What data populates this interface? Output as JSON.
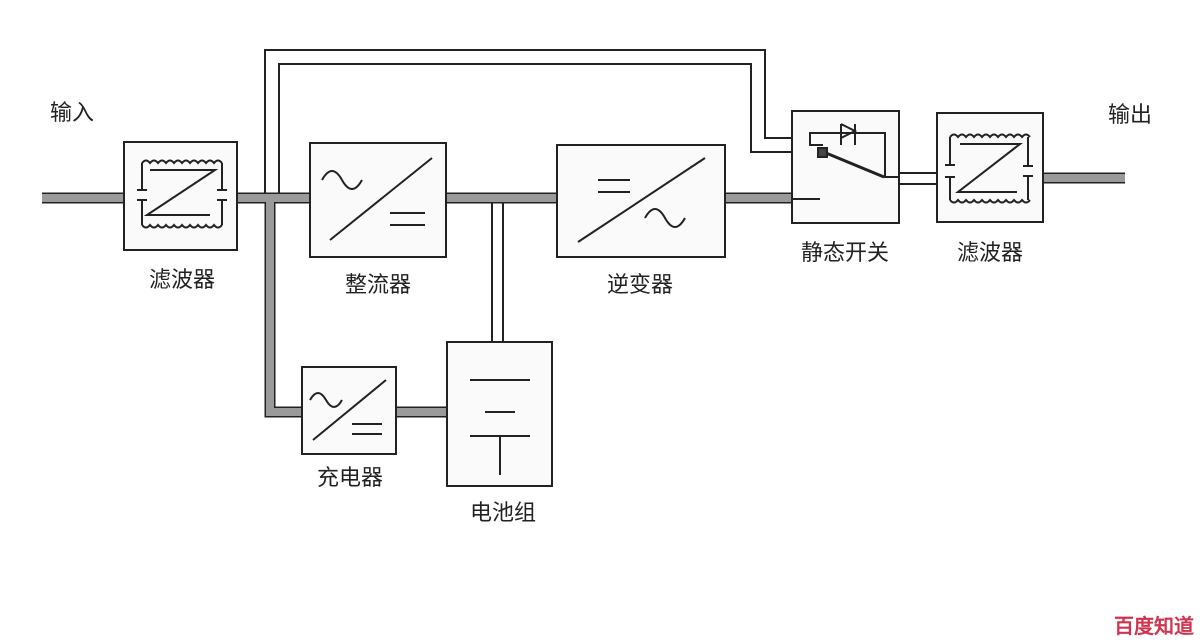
{
  "labels": {
    "input": "输入",
    "output": "输出",
    "input_filter": "滤波器",
    "rectifier": "整流器",
    "inverter": "逆变器",
    "static_switch": "静态开关",
    "output_filter": "滤波器",
    "charger": "充电器",
    "battery": "电池组"
  },
  "watermark": "百度知道",
  "colors": {
    "line": "#222222",
    "bus": "#9a9a9a",
    "box": "#fafafa"
  }
}
